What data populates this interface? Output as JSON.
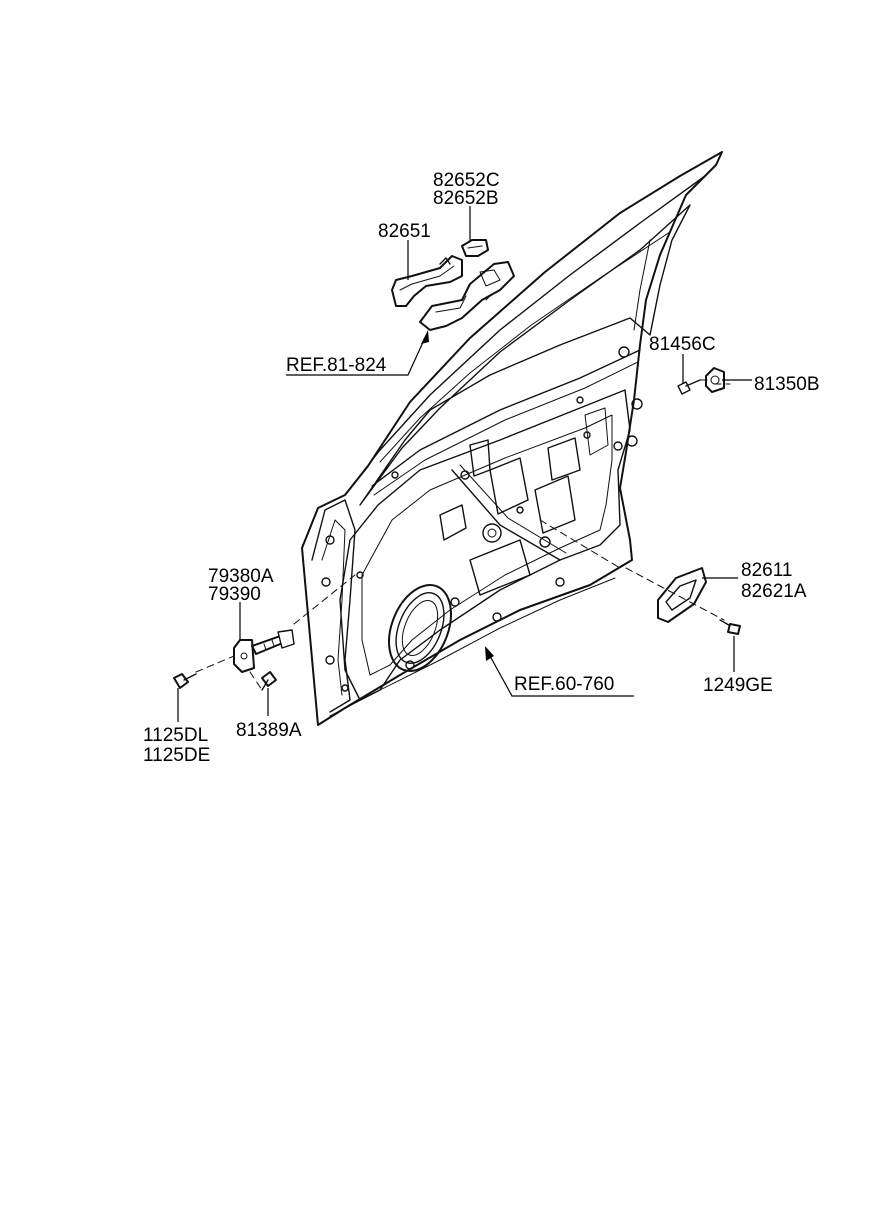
{
  "labels": {
    "p82652c": "82652C",
    "p82652b": "82652B",
    "p82651": "82651",
    "ref81_824": "REF.81-824",
    "p81456c": "81456C",
    "p81350b": "81350B",
    "p79380a": "79380A",
    "p79390": "79390",
    "p82611": "82611",
    "p82621a": "82621A",
    "ref60_760": "REF.60-760",
    "p1249ge": "1249GE",
    "p1125dl": "1125DL",
    "p1125de": "1125DE",
    "p81389a": "81389A"
  }
}
